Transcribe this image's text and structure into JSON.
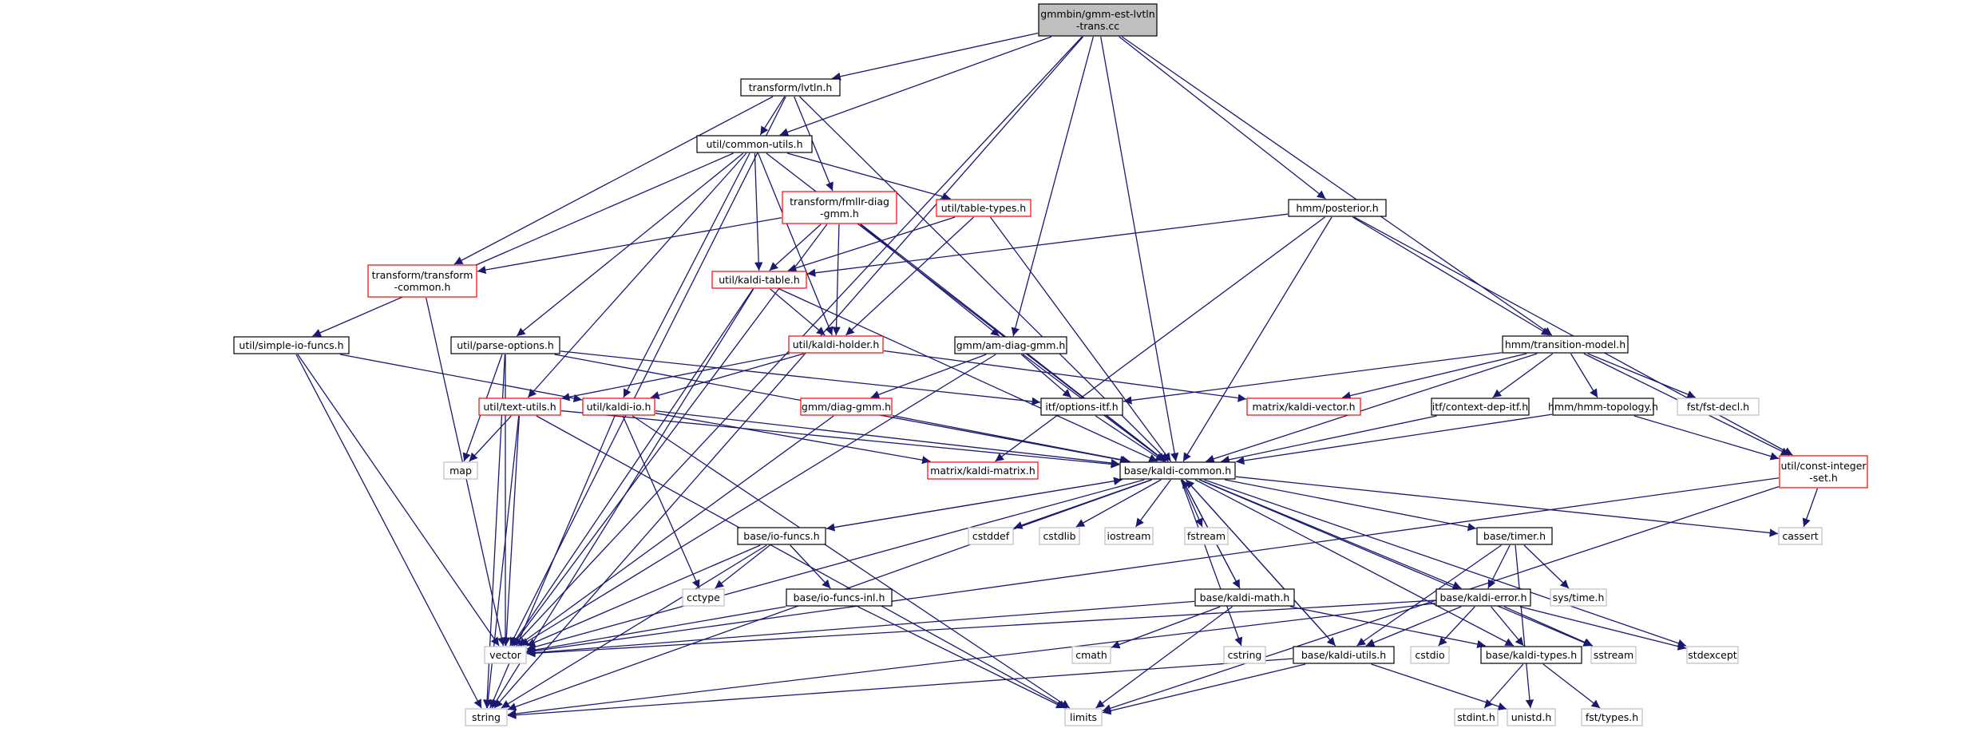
{
  "diagram": {
    "colors": {
      "edge": "#191970",
      "box_border_normal": "#000000",
      "box_border_incomplete": "#ff0000",
      "box_border_external": "#bfbfbf",
      "root_fill": "#bfbfbf",
      "box_fill": "#ffffff"
    },
    "nodes": [
      {
        "id": "n_root",
        "lines": [
          "gmmbin/gmm-est-lvtln",
          "-trans.cc"
        ],
        "kind": "root"
      },
      {
        "id": "n_lvtln",
        "lines": [
          "transform/lvtln.h"
        ],
        "kind": "normal"
      },
      {
        "id": "n_common_utils",
        "lines": [
          "util/common-utils.h"
        ],
        "kind": "normal"
      },
      {
        "id": "n_fmllr",
        "lines": [
          "transform/fmllr-diag",
          "-gmm.h"
        ],
        "kind": "incomplete"
      },
      {
        "id": "n_table_types",
        "lines": [
          "util/table-types.h"
        ],
        "kind": "incomplete"
      },
      {
        "id": "n_posterior",
        "lines": [
          "hmm/posterior.h"
        ],
        "kind": "normal"
      },
      {
        "id": "n_transform_common",
        "lines": [
          "transform/transform",
          "-common.h"
        ],
        "kind": "incomplete"
      },
      {
        "id": "n_kaldi_table",
        "lines": [
          "util/kaldi-table.h"
        ],
        "kind": "incomplete"
      },
      {
        "id": "n_simple_io",
        "lines": [
          "util/simple-io-funcs.h"
        ],
        "kind": "normal"
      },
      {
        "id": "n_parse_options",
        "lines": [
          "util/parse-options.h"
        ],
        "kind": "normal"
      },
      {
        "id": "n_kaldi_holder",
        "lines": [
          "util/kaldi-holder.h"
        ],
        "kind": "incomplete"
      },
      {
        "id": "n_am_diag",
        "lines": [
          "gmm/am-diag-gmm.h"
        ],
        "kind": "normal"
      },
      {
        "id": "n_transition_model",
        "lines": [
          "hmm/transition-model.h"
        ],
        "kind": "normal"
      },
      {
        "id": "n_text_utils",
        "lines": [
          "util/text-utils.h"
        ],
        "kind": "incomplete"
      },
      {
        "id": "n_kaldi_io",
        "lines": [
          "util/kaldi-io.h"
        ],
        "kind": "incomplete"
      },
      {
        "id": "n_diag_gmm",
        "lines": [
          "gmm/diag-gmm.h"
        ],
        "kind": "incomplete"
      },
      {
        "id": "n_options_itf",
        "lines": [
          "itf/options-itf.h"
        ],
        "kind": "normal"
      },
      {
        "id": "n_kaldi_vector",
        "lines": [
          "matrix/kaldi-vector.h"
        ],
        "kind": "incomplete"
      },
      {
        "id": "n_context_dep",
        "lines": [
          "itf/context-dep-itf.h"
        ],
        "kind": "normal"
      },
      {
        "id": "n_hmm_topology",
        "lines": [
          "hmm/hmm-topology.h"
        ],
        "kind": "normal"
      },
      {
        "id": "n_fst_decl",
        "lines": [
          "fst/fst-decl.h"
        ],
        "kind": "external"
      },
      {
        "id": "n_const_integer",
        "lines": [
          "util/const-integer",
          "-set.h"
        ],
        "kind": "incomplete"
      },
      {
        "id": "n_map",
        "lines": [
          "map"
        ],
        "kind": "external"
      },
      {
        "id": "n_kaldi_matrix",
        "lines": [
          "matrix/kaldi-matrix.h"
        ],
        "kind": "incomplete"
      },
      {
        "id": "n_kaldi_common",
        "lines": [
          "base/kaldi-common.h"
        ],
        "kind": "normal"
      },
      {
        "id": "n_io_funcs",
        "lines": [
          "base/io-funcs.h"
        ],
        "kind": "normal"
      },
      {
        "id": "n_cstddef",
        "lines": [
          "cstddef"
        ],
        "kind": "external"
      },
      {
        "id": "n_cstdlib",
        "lines": [
          "cstdlib"
        ],
        "kind": "external"
      },
      {
        "id": "n_iostream",
        "lines": [
          "iostream"
        ],
        "kind": "external"
      },
      {
        "id": "n_fstream",
        "lines": [
          "fstream"
        ],
        "kind": "external"
      },
      {
        "id": "n_timer",
        "lines": [
          "base/timer.h"
        ],
        "kind": "normal"
      },
      {
        "id": "n_cassert",
        "lines": [
          "cassert"
        ],
        "kind": "external"
      },
      {
        "id": "n_cctype",
        "lines": [
          "cctype"
        ],
        "kind": "external"
      },
      {
        "id": "n_io_funcs_inl",
        "lines": [
          "base/io-funcs-inl.h"
        ],
        "kind": "normal"
      },
      {
        "id": "n_kaldi_math",
        "lines": [
          "base/kaldi-math.h"
        ],
        "kind": "normal"
      },
      {
        "id": "n_sys_time",
        "lines": [
          "sys/time.h"
        ],
        "kind": "external"
      },
      {
        "id": "n_kaldi_error",
        "lines": [
          "base/kaldi-error.h"
        ],
        "kind": "normal"
      },
      {
        "id": "n_vector",
        "lines": [
          "vector"
        ],
        "kind": "external"
      },
      {
        "id": "n_cmath",
        "lines": [
          "cmath"
        ],
        "kind": "external"
      },
      {
        "id": "n_cstring",
        "lines": [
          "cstring"
        ],
        "kind": "external"
      },
      {
        "id": "n_kaldi_utils",
        "lines": [
          "base/kaldi-utils.h"
        ],
        "kind": "normal"
      },
      {
        "id": "n_cstdio",
        "lines": [
          "cstdio"
        ],
        "kind": "external"
      },
      {
        "id": "n_kaldi_types",
        "lines": [
          "base/kaldi-types.h"
        ],
        "kind": "normal"
      },
      {
        "id": "n_sstream",
        "lines": [
          "sstream"
        ],
        "kind": "external"
      },
      {
        "id": "n_stdexcept",
        "lines": [
          "stdexcept"
        ],
        "kind": "external"
      },
      {
        "id": "n_string",
        "lines": [
          "string"
        ],
        "kind": "external"
      },
      {
        "id": "n_limits",
        "lines": [
          "limits"
        ],
        "kind": "external"
      },
      {
        "id": "n_stdint",
        "lines": [
          "stdint.h"
        ],
        "kind": "external"
      },
      {
        "id": "n_unistd",
        "lines": [
          "unistd.h"
        ],
        "kind": "external"
      },
      {
        "id": "n_fst_types",
        "lines": [
          "fst/types.h"
        ],
        "kind": "external"
      }
    ],
    "edges": [
      [
        "n_root",
        "n_lvtln"
      ],
      [
        "n_root",
        "n_common_utils"
      ],
      [
        "n_root",
        "n_posterior"
      ],
      [
        "n_root",
        "n_am_diag"
      ],
      [
        "n_root",
        "n_transition_model"
      ],
      [
        "n_root",
        "n_kaldi_common"
      ],
      [
        "n_root",
        "n_vector"
      ],
      [
        "n_root",
        "n_string"
      ],
      [
        "n_lvtln",
        "n_common_utils"
      ],
      [
        "n_lvtln",
        "n_fmllr"
      ],
      [
        "n_lvtln",
        "n_transform_common"
      ],
      [
        "n_lvtln",
        "n_kaldi_common"
      ],
      [
        "n_lvtln",
        "n_vector"
      ],
      [
        "n_common_utils",
        "n_table_types"
      ],
      [
        "n_common_utils",
        "n_kaldi_table"
      ],
      [
        "n_common_utils",
        "n_simple_io"
      ],
      [
        "n_common_utils",
        "n_parse_options"
      ],
      [
        "n_common_utils",
        "n_kaldi_holder"
      ],
      [
        "n_common_utils",
        "n_text_utils"
      ],
      [
        "n_common_utils",
        "n_kaldi_io"
      ],
      [
        "n_common_utils",
        "n_kaldi_common"
      ],
      [
        "n_fmllr",
        "n_transform_common"
      ],
      [
        "n_fmllr",
        "n_kaldi_table"
      ],
      [
        "n_fmllr",
        "n_kaldi_holder"
      ],
      [
        "n_fmllr",
        "n_am_diag"
      ],
      [
        "n_fmllr",
        "n_kaldi_common"
      ],
      [
        "n_fmllr",
        "n_vector"
      ],
      [
        "n_table_types",
        "n_kaldi_table"
      ],
      [
        "n_table_types",
        "n_kaldi_holder"
      ],
      [
        "n_table_types",
        "n_kaldi_common"
      ],
      [
        "n_posterior",
        "n_kaldi_table"
      ],
      [
        "n_posterior",
        "n_transition_model"
      ],
      [
        "n_posterior",
        "n_const_integer"
      ],
      [
        "n_posterior",
        "n_kaldi_matrix"
      ],
      [
        "n_posterior",
        "n_kaldi_common"
      ],
      [
        "n_transform_common",
        "n_vector"
      ],
      [
        "n_kaldi_table",
        "n_kaldi_holder"
      ],
      [
        "n_kaldi_table",
        "n_kaldi_common"
      ],
      [
        "n_kaldi_table",
        "n_string"
      ],
      [
        "n_kaldi_table",
        "n_vector"
      ],
      [
        "n_simple_io",
        "n_kaldi_io"
      ],
      [
        "n_simple_io",
        "n_vector"
      ],
      [
        "n_simple_io",
        "n_string"
      ],
      [
        "n_parse_options",
        "n_options_itf"
      ],
      [
        "n_parse_options",
        "n_kaldi_common"
      ],
      [
        "n_parse_options",
        "n_map"
      ],
      [
        "n_parse_options",
        "n_vector"
      ],
      [
        "n_parse_options",
        "n_string"
      ],
      [
        "n_kaldi_holder",
        "n_text_utils"
      ],
      [
        "n_kaldi_holder",
        "n_kaldi_io"
      ],
      [
        "n_kaldi_holder",
        "n_kaldi_vector"
      ],
      [
        "n_am_diag",
        "n_diag_gmm"
      ],
      [
        "n_am_diag",
        "n_options_itf"
      ],
      [
        "n_am_diag",
        "n_kaldi_common"
      ],
      [
        "n_am_diag",
        "n_vector"
      ],
      [
        "n_transition_model",
        "n_options_itf"
      ],
      [
        "n_transition_model",
        "n_kaldi_vector"
      ],
      [
        "n_transition_model",
        "n_context_dep"
      ],
      [
        "n_transition_model",
        "n_hmm_topology"
      ],
      [
        "n_transition_model",
        "n_fst_decl"
      ],
      [
        "n_transition_model",
        "n_const_integer"
      ],
      [
        "n_transition_model",
        "n_kaldi_common"
      ],
      [
        "n_text_utils",
        "n_kaldi_common"
      ],
      [
        "n_text_utils",
        "n_map"
      ],
      [
        "n_text_utils",
        "n_vector"
      ],
      [
        "n_text_utils",
        "n_string"
      ],
      [
        "n_text_utils",
        "n_limits"
      ],
      [
        "n_kaldi_io",
        "n_kaldi_common"
      ],
      [
        "n_kaldi_io",
        "n_kaldi_matrix"
      ],
      [
        "n_kaldi_io",
        "n_cctype"
      ],
      [
        "n_kaldi_io",
        "n_string"
      ],
      [
        "n_kaldi_io",
        "n_limits"
      ],
      [
        "n_diag_gmm",
        "n_kaldi_common"
      ],
      [
        "n_diag_gmm",
        "n_vector"
      ],
      [
        "n_options_itf",
        "n_kaldi_common"
      ],
      [
        "n_context_dep",
        "n_kaldi_common"
      ],
      [
        "n_hmm_topology",
        "n_kaldi_common"
      ],
      [
        "n_hmm_topology",
        "n_const_integer"
      ],
      [
        "n_const_integer",
        "n_cassert"
      ],
      [
        "n_const_integer",
        "n_vector"
      ],
      [
        "n_const_integer",
        "n_limits"
      ],
      [
        "n_kaldi_common",
        "n_io_funcs"
      ],
      [
        "n_kaldi_common",
        "n_cstddef"
      ],
      [
        "n_kaldi_common",
        "n_cstdlib"
      ],
      [
        "n_kaldi_common",
        "n_iostream"
      ],
      [
        "n_kaldi_common",
        "n_fstream"
      ],
      [
        "n_kaldi_common",
        "n_timer"
      ],
      [
        "n_kaldi_common",
        "n_cassert"
      ],
      [
        "n_kaldi_common",
        "n_kaldi_math"
      ],
      [
        "n_kaldi_common",
        "n_kaldi_error"
      ],
      [
        "n_kaldi_common",
        "n_kaldi_utils"
      ],
      [
        "n_kaldi_common",
        "n_kaldi_types"
      ],
      [
        "n_kaldi_common",
        "n_sstream"
      ],
      [
        "n_kaldi_common",
        "n_stdexcept"
      ],
      [
        "n_kaldi_common",
        "n_cstring"
      ],
      [
        "n_kaldi_common",
        "n_vector"
      ],
      [
        "n_kaldi_common",
        "n_string"
      ],
      [
        "n_io_funcs",
        "n_kaldi_common"
      ],
      [
        "n_io_funcs",
        "n_cctype"
      ],
      [
        "n_io_funcs",
        "n_io_funcs_inl"
      ],
      [
        "n_io_funcs",
        "n_vector"
      ],
      [
        "n_io_funcs",
        "n_string"
      ],
      [
        "n_io_funcs_inl",
        "n_vector"
      ],
      [
        "n_io_funcs_inl",
        "n_limits"
      ],
      [
        "n_timer",
        "n_sys_time"
      ],
      [
        "n_timer",
        "n_kaldi_error"
      ],
      [
        "n_timer",
        "n_kaldi_utils"
      ],
      [
        "n_timer",
        "n_unistd"
      ],
      [
        "n_kaldi_math",
        "n_kaldi_common"
      ],
      [
        "n_kaldi_math",
        "n_cmath"
      ],
      [
        "n_kaldi_math",
        "n_limits"
      ],
      [
        "n_kaldi_math",
        "n_kaldi_types"
      ],
      [
        "n_kaldi_math",
        "n_vector"
      ],
      [
        "n_kaldi_error",
        "n_kaldi_utils"
      ],
      [
        "n_kaldi_error",
        "n_kaldi_types"
      ],
      [
        "n_kaldi_error",
        "n_cstdio"
      ],
      [
        "n_kaldi_error",
        "n_sstream"
      ],
      [
        "n_kaldi_error",
        "n_stdexcept"
      ],
      [
        "n_kaldi_error",
        "n_string"
      ],
      [
        "n_kaldi_error",
        "n_vector"
      ],
      [
        "n_kaldi_utils",
        "n_kaldi_common"
      ],
      [
        "n_kaldi_utils",
        "n_limits"
      ],
      [
        "n_kaldi_utils",
        "n_string"
      ],
      [
        "n_kaldi_utils",
        "n_unistd"
      ],
      [
        "n_kaldi_types",
        "n_stdint"
      ],
      [
        "n_kaldi_types",
        "n_fst_types"
      ]
    ]
  }
}
